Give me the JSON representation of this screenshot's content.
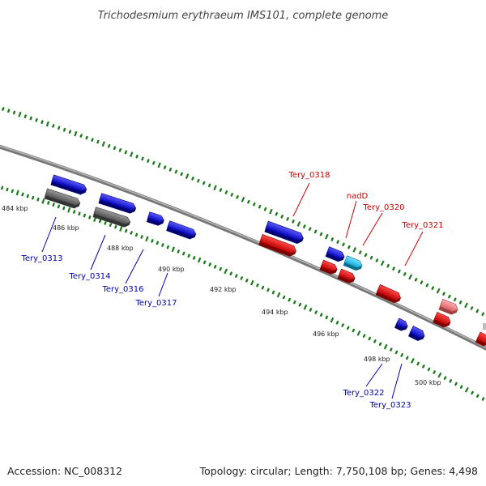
{
  "title": "Trichodesmium erythraeum IMS101, complete genome",
  "footer": {
    "accession": "Accession: NC_008312",
    "summary": "Topology: circular; Length: 7,750,108 bp; Genes: 4,498"
  },
  "colors": {
    "background": "#ffffff",
    "backbone": "#888888",
    "tick": "#1a7a1a",
    "forward_strand": "#e00000",
    "reverse_strand": "#0000e0",
    "pseudogene_gray": "#666666",
    "cyan_gene": "#22c6f0",
    "pink_gene": "#f08080",
    "label_forward": "#cc0000",
    "label_reverse": "#0000aa"
  },
  "tick_labels": [
    "484 kbp",
    "486 kbp",
    "488 kbp",
    "490 kbp",
    "492 kbp",
    "494 kbp",
    "496 kbp",
    "498 kbp",
    "500 kbp"
  ],
  "gene_labels": {
    "top": [
      "Tery_0318",
      "nadD",
      "Tery_0320",
      "Tery_0321"
    ],
    "bottom": [
      "Tery_0313",
      "Tery_0314",
      "Tery_0316",
      "Tery_0317",
      "Tery_0322",
      "Tery_0323"
    ]
  }
}
